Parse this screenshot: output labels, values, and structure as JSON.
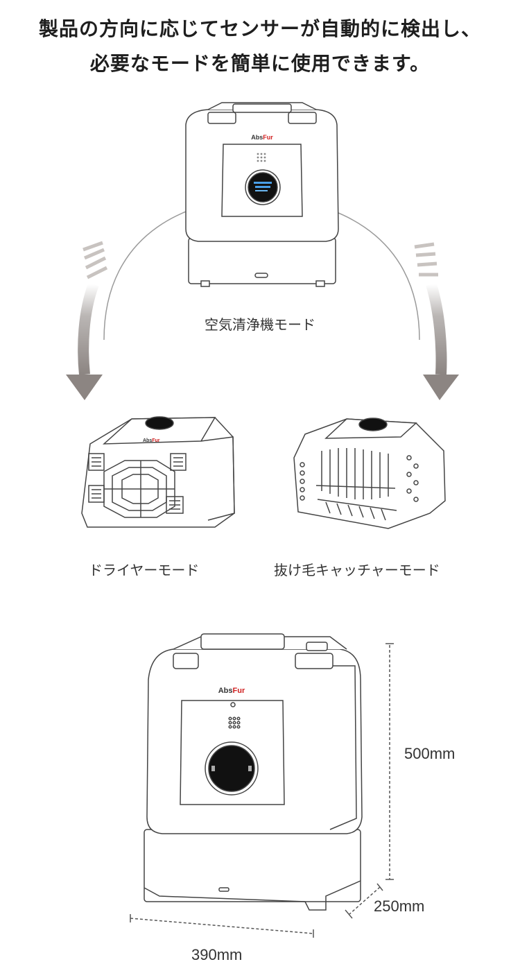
{
  "headline": {
    "line1": "製品の方向に応じてセンサーが自動的に検出し、",
    "line2": "必要なモードを簡単に使用できます。"
  },
  "modes": {
    "purifier": "空気清浄機モード",
    "dryer": "ドライヤーモード",
    "catcher": "抜け毛キャッチャーモード"
  },
  "brand": {
    "logo": "AbsFur"
  },
  "dimensions": {
    "height": "500mm",
    "depth": "250mm",
    "width": "390mm"
  },
  "colors": {
    "arrow": "#8c8582",
    "line": "#555555",
    "brand_red": "#d02020"
  }
}
